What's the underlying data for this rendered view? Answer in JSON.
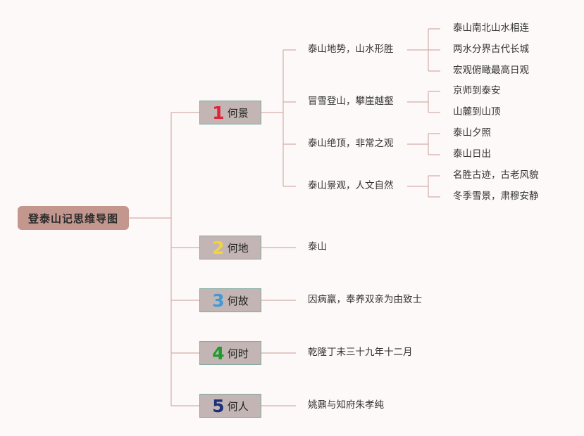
{
  "root": {
    "label": "登泰山记思维导图"
  },
  "branches": [
    {
      "number": "1",
      "label": "何景",
      "number_color": "#e0213a",
      "children": [
        {
          "label": "泰山地势，山水形胜",
          "children": [
            "泰山南北山水相连",
            "两水分界古代长城",
            "宏观俯瞰最高日观"
          ]
        },
        {
          "label": "冒雪登山，攀崖越壑",
          "children": [
            "京师到泰安",
            "山麓到山顶"
          ]
        },
        {
          "label": "泰山绝顶，非常之观",
          "children": [
            "泰山夕照",
            "泰山日出"
          ]
        },
        {
          "label": "泰山景观，人文自然",
          "children": [
            "名胜古迹，古老风貌",
            "冬季雪景，肃穆安静"
          ]
        }
      ]
    },
    {
      "number": "2",
      "label": "何地",
      "number_color": "#f3d33e",
      "children": [
        {
          "label": "泰山"
        }
      ]
    },
    {
      "number": "3",
      "label": "何故",
      "number_color": "#3e9bd6",
      "children": [
        {
          "label": "因病羸，奉养双亲为由致士"
        }
      ]
    },
    {
      "number": "4",
      "label": "何时",
      "number_color": "#1f9a2e",
      "children": [
        {
          "label": "乾隆丁未三十九年十二月"
        }
      ]
    },
    {
      "number": "5",
      "label": "何人",
      "number_color": "#1c2f7c",
      "children": [
        {
          "label": "姚鼐与知府朱孝纯"
        }
      ]
    }
  ],
  "colors": {
    "line": "#d6b0aa",
    "root_fill": "#c4978e",
    "branch_fill": "#c2b5b3",
    "branch_border": "#7fa89e"
  }
}
